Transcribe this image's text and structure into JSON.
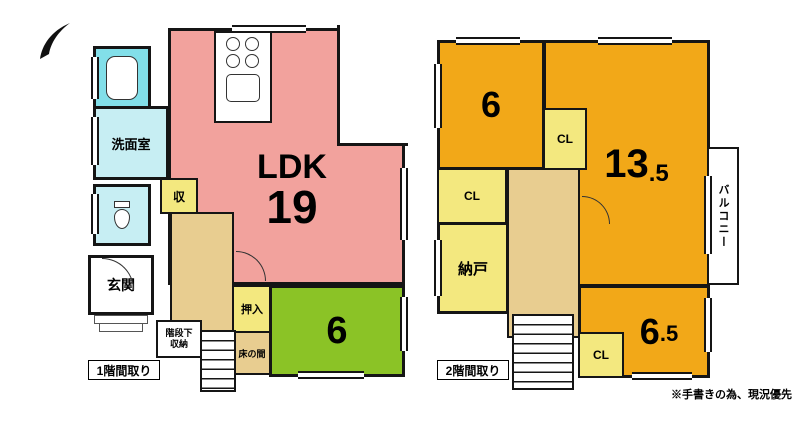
{
  "note": "※手書きの為、現況優先",
  "floor1": {
    "label": "1階間取り",
    "ldk": {
      "name": "LDK",
      "size": "19"
    },
    "washroom_label": "洗面室",
    "entrance_label": "玄関",
    "storage_label": "収",
    "oshiire_label": "押入",
    "tokonoma_label": "床の間",
    "tatami_size": "6",
    "under_stairs_label": "階段下収納"
  },
  "floor2": {
    "label": "2階間取り",
    "room_top_size": "6",
    "main_room_size_whole": "13",
    "main_room_size_frac": ".5",
    "bottom_room_size_whole": "6",
    "bottom_room_size_frac": ".5",
    "cl_top_label": "CL",
    "cl_mid_label": "CL",
    "cl_bottom_label": "CL",
    "nando_label": "納戸",
    "balcony_label": "バルコニー"
  },
  "colors": {
    "ldk_pink": "#f2a29d",
    "tatami_green": "#8bc326",
    "room_orange": "#f2a818",
    "closet_yellow": "#f3e87f",
    "hall_tan": "#e8cd90",
    "wet_cyan": "#c7eef3",
    "bath_cyan": "#82dfe9",
    "wall": "#151515"
  }
}
